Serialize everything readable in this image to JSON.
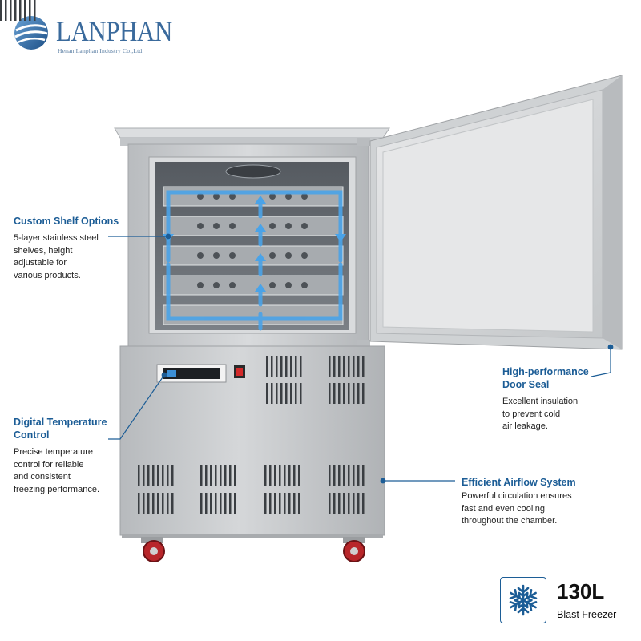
{
  "brand": {
    "name": "LANPHAN",
    "company": "Henan Lanphan Industry Co.,Ltd."
  },
  "features": {
    "shelf": {
      "title": "Custom Shelf Options",
      "lines": [
        "5-layer stainless steel",
        "shelves, height",
        "adjustable for",
        "various products."
      ]
    },
    "temperature": {
      "title_lines": [
        "Digital Temperature",
        "Control"
      ],
      "lines": [
        "Precise temperature",
        "control for reliable",
        "and consistent",
        "freezing performance."
      ]
    },
    "seal": {
      "title_lines": [
        "High-performance",
        "Door Seal"
      ],
      "lines": [
        "Excellent insulation",
        "to prevent cold",
        "air leakage."
      ]
    },
    "airflow": {
      "title": "Efficient Airflow System",
      "lines": [
        "Powerful circulation ensures",
        "fast and even cooling",
        "throughout the chamber."
      ]
    }
  },
  "product": {
    "capacity": "130L",
    "name": "Blast Freezer",
    "badge_icon": "snowflake-icon"
  },
  "colors": {
    "accent": "#1c5d96",
    "airflow_arrow": "#4aa3e8",
    "steel": "#c9cbcd"
  }
}
